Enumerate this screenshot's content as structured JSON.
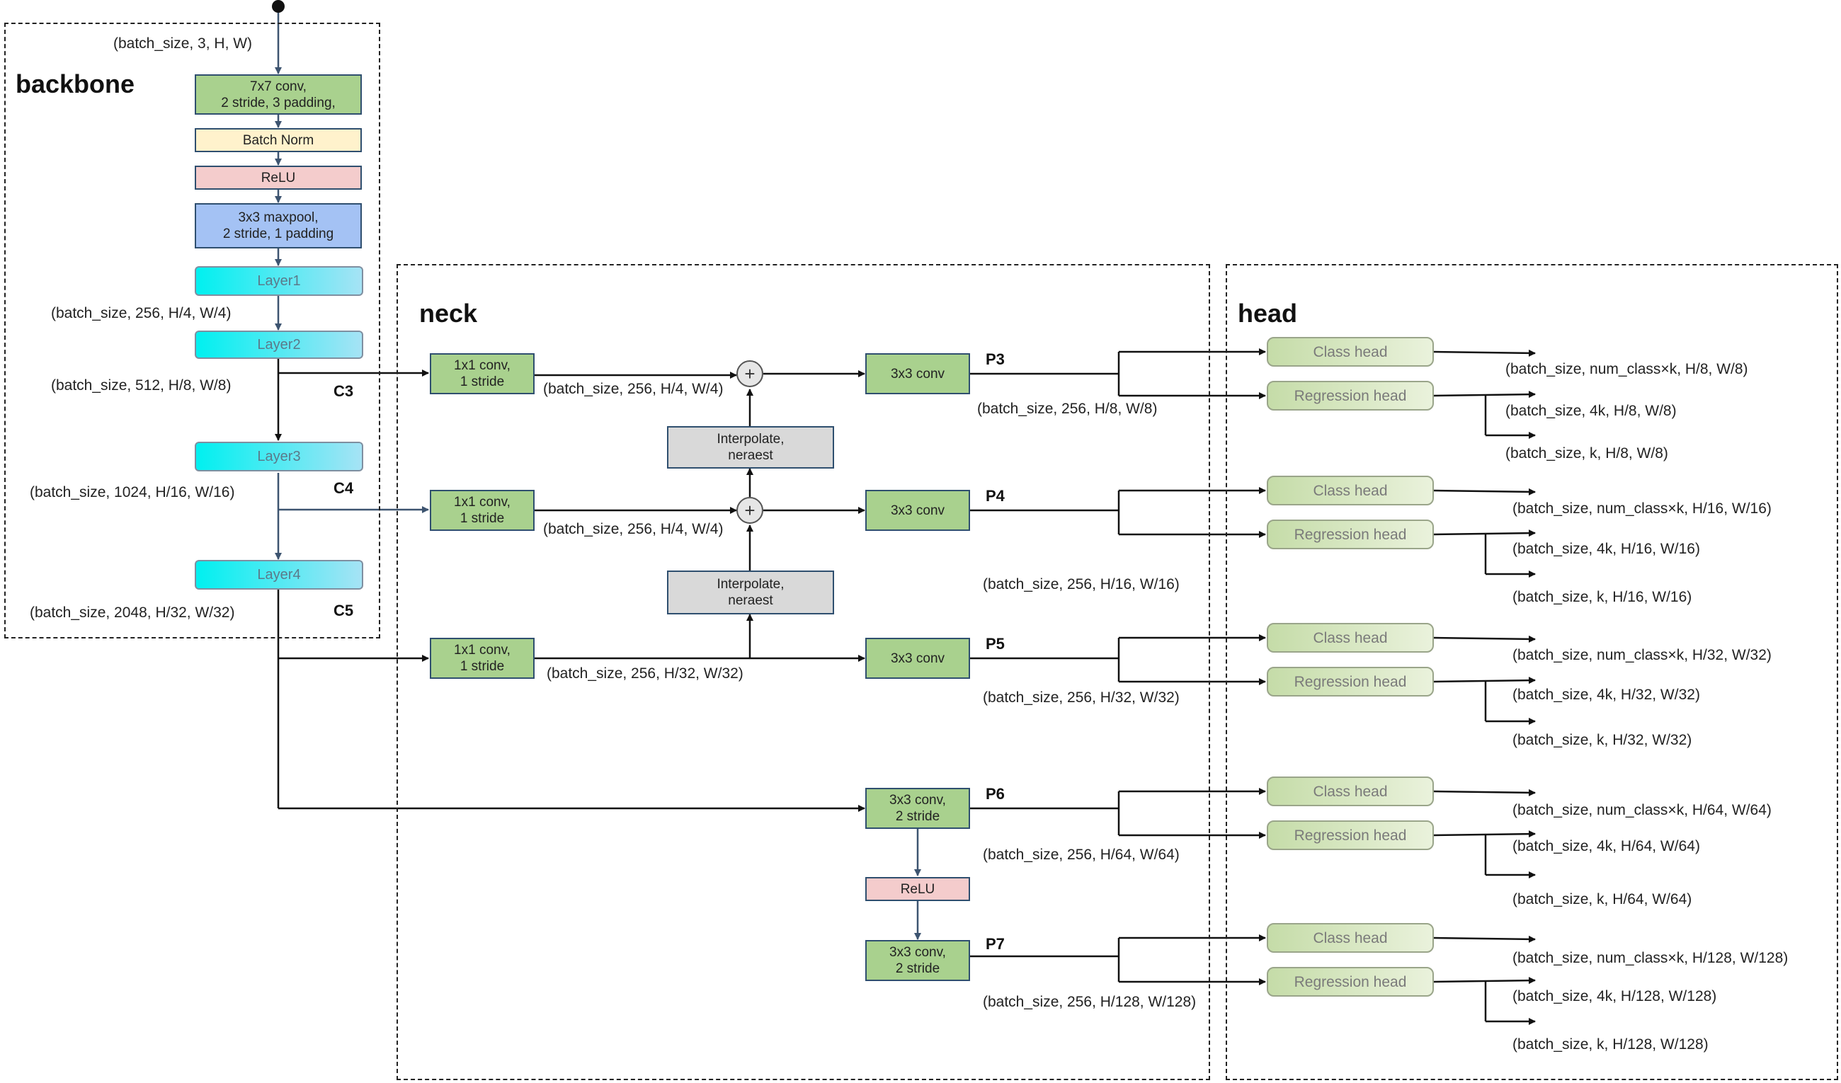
{
  "sections": {
    "backbone": "backbone",
    "neck": "neck",
    "head": "head"
  },
  "backbone": {
    "input_shape": "(batch_size, 3, H, W)",
    "conv7": "7x7 conv,\n2 stride, 3 padding,",
    "batchnorm": "Batch Norm",
    "relu": "ReLU",
    "maxpool": "3x3 maxpool,\n2 stride, 1 padding",
    "layer1": "Layer1",
    "layer2": "Layer2",
    "layer3": "Layer3",
    "layer4": "Layer4",
    "shape_layer1": "(batch_size, 256, H/4, W/4)",
    "shape_layer2": "(batch_size, 512, H/8, W/8)",
    "shape_layer3": "(batch_size, 1024, H/16, W/16)",
    "shape_layer4": "(batch_size, 2048, H/32, W/32)",
    "c3": "C3",
    "c4": "C4",
    "c5": "C5"
  },
  "neck": {
    "lat1": "1x1 conv,\n1 stride",
    "lat2": "1x1 conv,\n1 stride",
    "lat3": "1x1 conv,\n1 stride",
    "lat_shape1": "(batch_size, 256, H/4, W/4)",
    "lat_shape2": "(batch_size, 256, H/4, W/4)",
    "lat_shape3": "(batch_size, 256, H/32, W/32)",
    "plus": "+",
    "interp1": "Interpolate,\nneraest",
    "interp2": "Interpolate,\nneraest",
    "out1": "3x3 conv",
    "out2": "3x3 conv",
    "out3": "3x3 conv",
    "p6conv": "3x3 conv,\n2 stride",
    "relu": "ReLU",
    "p7conv": "3x3 conv,\n2 stride",
    "p3": "P3",
    "p4": "P4",
    "p5": "P5",
    "p6": "P6",
    "p7": "P7",
    "p3_shape": "(batch_size, 256, H/8, W/8)",
    "p4_shape": "(batch_size, 256, H/16, W/16)",
    "p5_shape": "(batch_size, 256, H/32, W/32)",
    "p6_shape": "(batch_size, 256, H/64, W/64)",
    "p7_shape": "(batch_size, 256, H/128, W/128)"
  },
  "head": {
    "class_head": "Class head",
    "regression_head": "Regression head",
    "rows": [
      {
        "cls": "(batch_size, num_class×k, H/8, W/8)",
        "box": "(batch_size, 4k, H/8, W/8)",
        "ctr": "(batch_size, k, H/8, W/8)"
      },
      {
        "cls": "(batch_size, num_class×k, H/16, W/16)",
        "box": "(batch_size, 4k, H/16, W/16)",
        "ctr": "(batch_size, k, H/16, W/16)"
      },
      {
        "cls": "(batch_size, num_class×k, H/32, W/32)",
        "box": "(batch_size, 4k, H/32, W/32)",
        "ctr": "(batch_size, k, H/32, W/32)"
      },
      {
        "cls": "(batch_size, num_class×k, H/64, W/64)",
        "box": "(batch_size, 4k, H/64, W/64)",
        "ctr": "(batch_size, k, H/64, W/64)"
      },
      {
        "cls": "(batch_size, num_class×k, H/128, W/128)",
        "box": "(batch_size, 4k, H/128, W/128)",
        "ctr": "(batch_size, k, H/128, W/128)"
      }
    ]
  }
}
